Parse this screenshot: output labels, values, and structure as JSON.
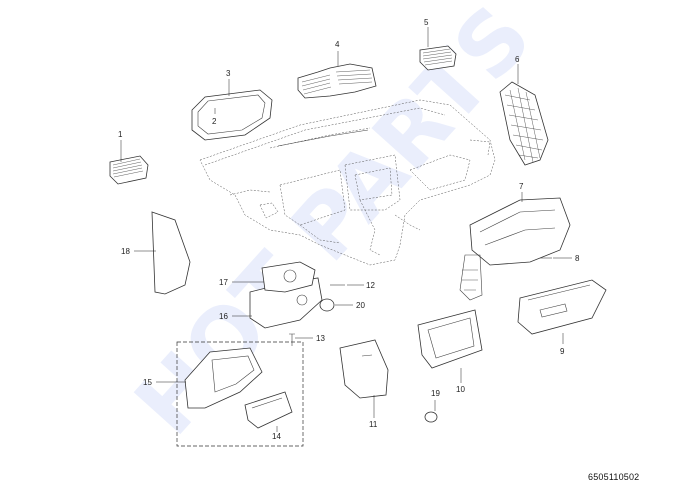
{
  "watermark": "HOT PARTS",
  "reference_code": "6505110502",
  "callouts": [
    {
      "id": "1",
      "label": "1"
    },
    {
      "id": "2",
      "label": "2"
    },
    {
      "id": "3",
      "label": "3"
    },
    {
      "id": "4",
      "label": "4"
    },
    {
      "id": "5",
      "label": "5"
    },
    {
      "id": "6",
      "label": "6"
    },
    {
      "id": "7",
      "label": "7"
    },
    {
      "id": "8",
      "label": "8"
    },
    {
      "id": "9",
      "label": "9"
    },
    {
      "id": "10",
      "label": "10"
    },
    {
      "id": "11",
      "label": "11"
    },
    {
      "id": "12",
      "label": "12"
    },
    {
      "id": "13",
      "label": "13"
    },
    {
      "id": "14",
      "label": "14"
    },
    {
      "id": "15",
      "label": "15"
    },
    {
      "id": "16",
      "label": "16"
    },
    {
      "id": "17",
      "label": "17"
    },
    {
      "id": "18",
      "label": "18"
    },
    {
      "id": "19",
      "label": "19"
    },
    {
      "id": "20",
      "label": "20"
    }
  ]
}
